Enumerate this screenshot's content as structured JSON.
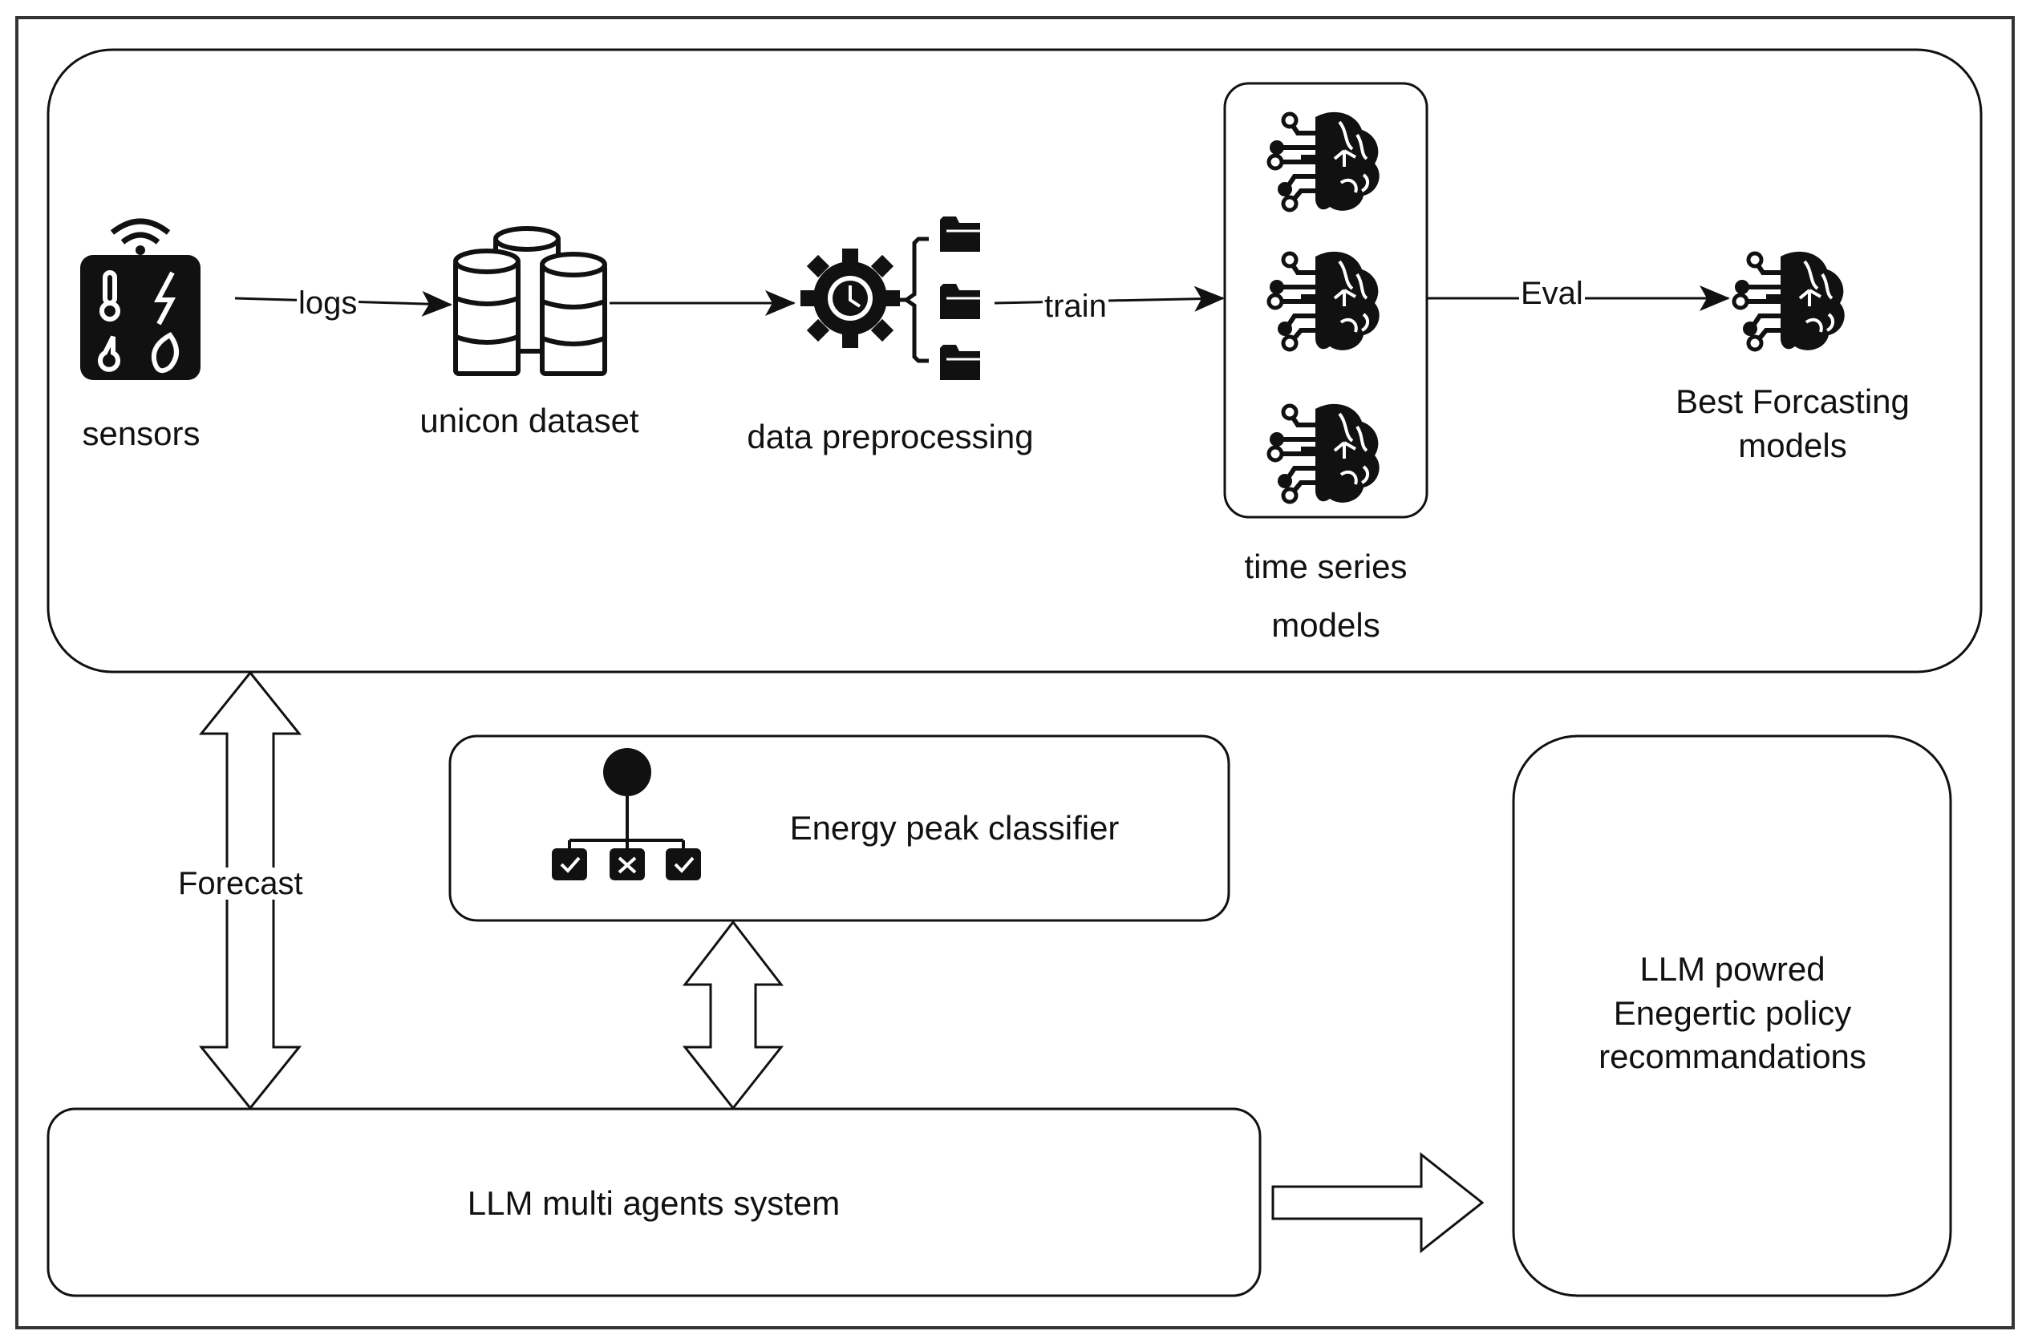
{
  "nodes": {
    "sensors": "sensors",
    "dataset": "unicon dataset",
    "preprocessing": "data preprocessing",
    "ts_models": [
      "time series",
      "models"
    ],
    "best_models": [
      "Best Forcasting",
      "models"
    ],
    "classifier": "Energy peak classifier",
    "multi_agent": "LLM multi agents system",
    "recommendations": [
      "LLM powred",
      "Enegertic policy",
      "recommandations"
    ]
  },
  "edges": {
    "logs": "logs",
    "train": "train",
    "eval": "Eval",
    "forecast": "Forecast"
  },
  "icons": {
    "sensors": "sensor-device-icon",
    "dataset": "database-icon",
    "preprocessing": "gear-clock-icon",
    "files": "folder-icon",
    "models": "ai-brain-icon",
    "classifier": "decision-tree-icon"
  }
}
